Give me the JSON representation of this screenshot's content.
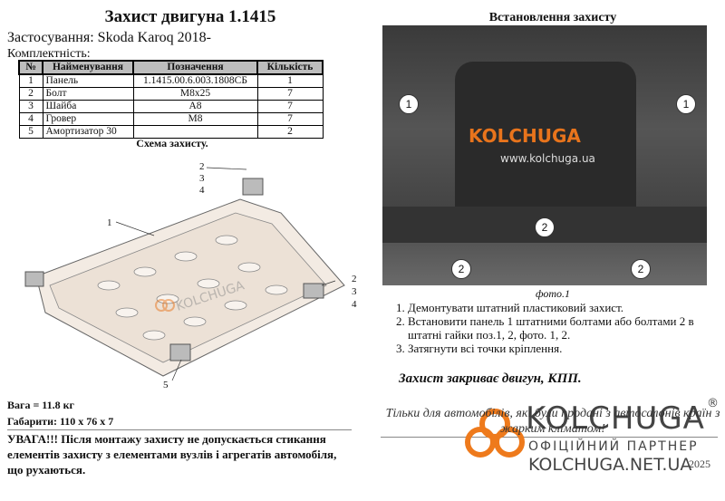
{
  "title": "Захист двигуна 1.1415",
  "application": "Застосування: Skoda Karoq 2018-",
  "completeness": "Комплектність:",
  "table": {
    "headers": [
      "№",
      "Найменування",
      "Позначення",
      "Кількість"
    ],
    "rows": [
      [
        "1",
        "Панель",
        "1.1415.00.6.003.1808СБ",
        "1"
      ],
      [
        "2",
        "Болт",
        "M8x25",
        "7"
      ],
      [
        "3",
        "Шайба",
        "A8",
        "7"
      ],
      [
        "4",
        "Гровер",
        "M8",
        "7"
      ],
      [
        "5",
        "Амортизатор 30",
        "",
        "2"
      ]
    ]
  },
  "schema_title": "Схема захисту.",
  "diagram_labels": {
    "l1": "1",
    "l2a": "2",
    "l3a": "3",
    "l4a": "4",
    "l2b": "2",
    "l3b": "3",
    "l4b": "4",
    "l5": "5"
  },
  "watermark": {
    "brand": "KOLCHUGA",
    "url": "www.kolchuga.ua"
  },
  "weight": "Вага = 11.8 кг",
  "dimensions": "Габарити: 110 х 76 х 7",
  "warning": "УВАГА!!! Після монтажу захисту не допускається стикання елементів захисту з елементами вузлів і агрегатів автомобіля, що рухаються.",
  "install_title": "Встановлення захисту",
  "photo_labels": [
    "1",
    "1",
    "2",
    "2",
    "2"
  ],
  "photo_caption": "фото.1",
  "steps": [
    "Демонтувати штатний пластиковий захист.",
    "Встановити панель 1 штатними болтами або болтами 2 в штатні гайки поз.1, 2, фото. 1, 2.",
    "Затягнути всі точки кріплення."
  ],
  "covers": "Захист закриває двигун, КПП.",
  "only_for": "Тільки для автомобілів, які були продані з автосалонів країн з жарким кліматом!",
  "date": "2025",
  "logo": {
    "brand": "KOLCHUGA",
    "reg": "®",
    "partner": "ОФІЦІЙНИЙ ПАРТНЕР",
    "site": "KOLCHUGA.NET.UA"
  }
}
